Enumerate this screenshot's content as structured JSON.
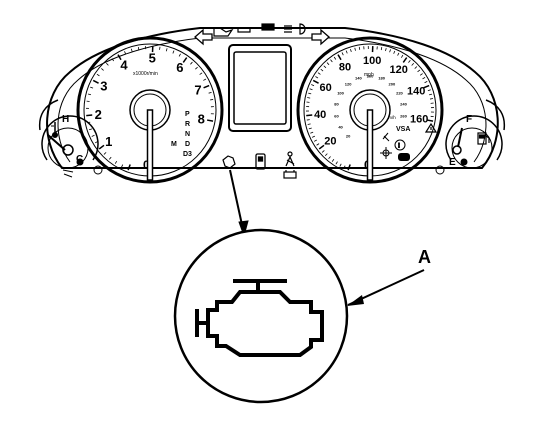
{
  "tachometer": {
    "numbers": [
      "1",
      "2",
      "3",
      "4",
      "5",
      "6",
      "7",
      "8"
    ],
    "zero": "0",
    "unit_label": "x1000r/min",
    "gear_indicators": [
      "P",
      "R",
      "N",
      "D",
      "D3"
    ],
    "manual_mode": "M"
  },
  "speedometer": {
    "major_numbers": [
      "20",
      "40",
      "60",
      "80",
      "100",
      "120",
      "140",
      "160"
    ],
    "zero": "0",
    "inner_numbers": [
      "20",
      "40",
      "60",
      "80",
      "100",
      "120",
      "140",
      "160",
      "180",
      "200",
      "220",
      "240",
      "260"
    ],
    "unit_outer": "mph",
    "unit_inner": "km/h",
    "vsa_label": "VSA"
  },
  "fuel_gauge": {
    "full": "F",
    "empty": "E"
  },
  "temp_gauge": {
    "hot": "H",
    "cold": "C"
  },
  "callout": {
    "label": "A"
  },
  "icons": [
    "check-engine-icon",
    "turn-left-arrow-icon",
    "turn-right-arrow-icon",
    "oil-pressure-icon",
    "headlight-icon",
    "seatbelt-icon",
    "battery-icon",
    "brake-icon",
    "abs-icon",
    "warning-triangle-icon",
    "fuel-pump-icon",
    "thermometer-icon"
  ]
}
